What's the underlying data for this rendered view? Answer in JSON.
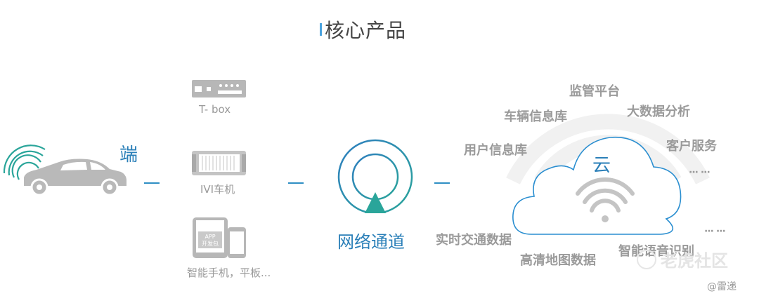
{
  "title": "核心产品",
  "car": {
    "label": "端"
  },
  "devices": [
    {
      "label": "T-  box",
      "icon": "tbox-icon"
    },
    {
      "label": "IVI车机",
      "icon": "ivi-unit-icon"
    },
    {
      "label": "智能手机，平板...",
      "icon": "phone-tablet-icon",
      "icon_text_top": "APP",
      "icon_text_bottom": "开发包"
    }
  ],
  "network": {
    "label": "网络通道"
  },
  "cloud": {
    "label": "云"
  },
  "cloud_services": [
    "监管平台",
    "车辆信息库",
    "大数据分析",
    "用户信息库",
    "客户服务",
    "实时交通数据",
    "高清地图数据",
    "智能语音识别"
  ],
  "ellipsis": "··· ···",
  "watermark": "老虎社区",
  "credit": "@雷递",
  "colors": {
    "accent_blue": "#2a7fb8",
    "teal": "#2aa59a",
    "gray_text": "#999999"
  }
}
